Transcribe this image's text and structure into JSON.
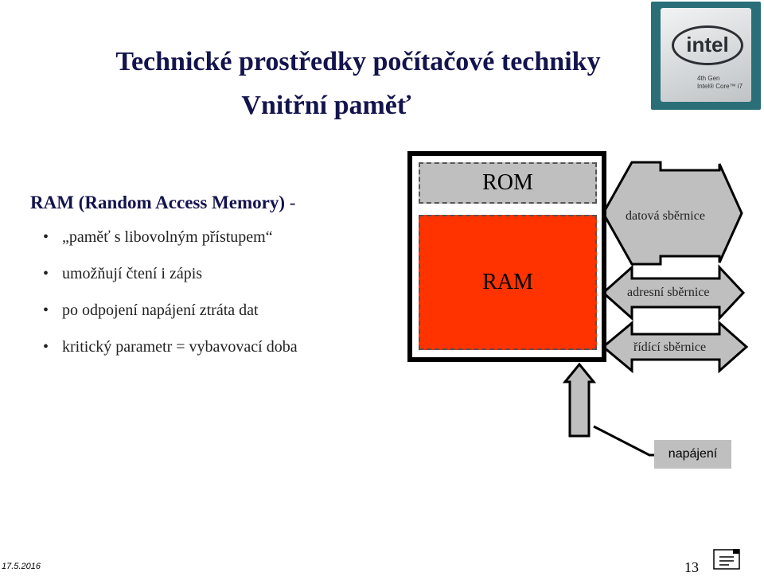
{
  "titles": {
    "line1": "Technické prostředky počítačové techniky",
    "line2": "Vnitřní paměť"
  },
  "cpu_image": {
    "brand": "intel",
    "text": "4th Gen\nIntel® Core™ i7"
  },
  "content": {
    "heading": "RAM (Random Access Memory)",
    "heading_dash": " -",
    "bullets": [
      "„paměť s libovolným přístupem“",
      "umožňují čtení i zápis",
      "po odpojení napájení ztráta dat",
      "kritický parametr = vybavovací doba"
    ]
  },
  "diagram": {
    "rom_label": "ROM",
    "ram_label": "RAM",
    "bus_data": "datová sběrnice",
    "bus_address": "adresní sběrnice",
    "bus_control": "řídící sběrnice",
    "power_label": "napájení",
    "colors": {
      "ram": "#ff3300",
      "rom": "#bfbfbf",
      "arrow": "#bfbfbf"
    }
  },
  "footer": {
    "date": "17.5.2016",
    "page_number": "13",
    "note_icon": "notes-icon"
  }
}
